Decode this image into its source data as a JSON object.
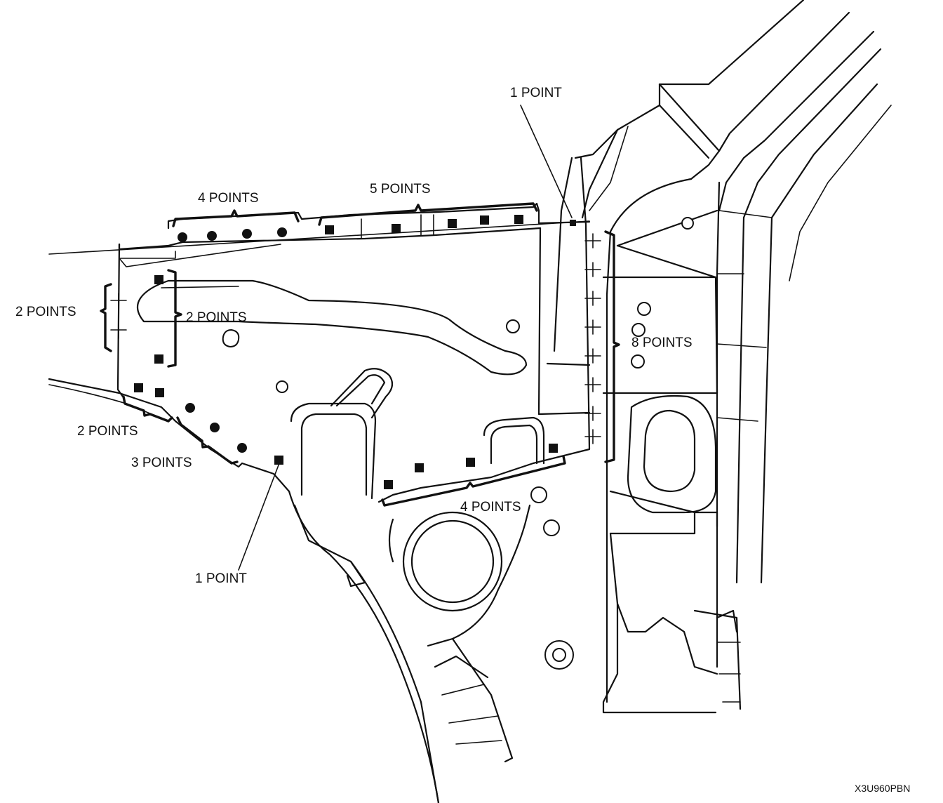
{
  "labels": {
    "one_point_top": "1 POINT",
    "four_points_top": "4 POINTS",
    "five_points_top": "5 POINTS",
    "two_points_left": "2 POINTS",
    "two_points_inner": "2 POINTS",
    "eight_points": "8 POINTS",
    "two_points_lower": "2 POINTS",
    "three_points": "3 POINTS",
    "four_points_bottom": "4 POINTS",
    "one_point_bottom": "1 POINT"
  },
  "figure_code": "X3U960PBN"
}
